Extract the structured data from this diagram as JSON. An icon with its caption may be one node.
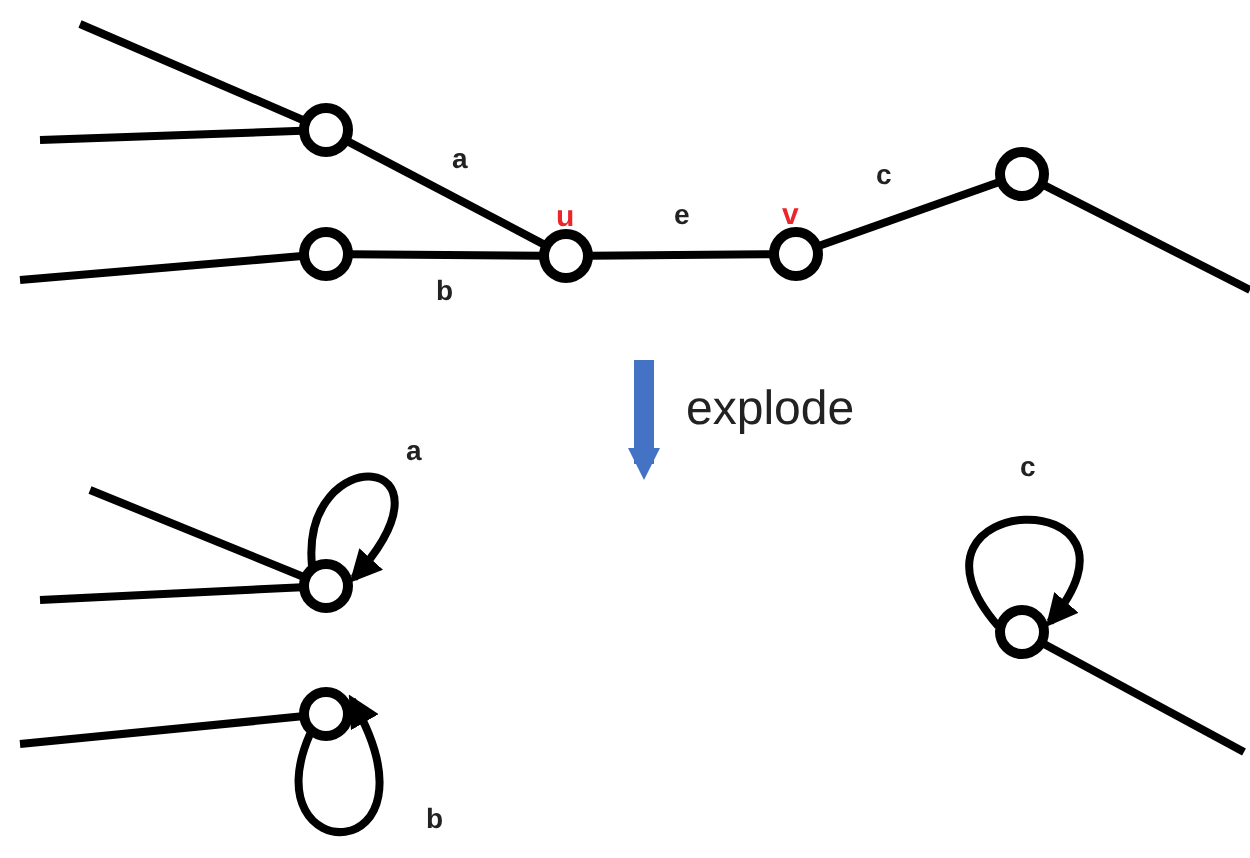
{
  "diagram": {
    "nodes": [
      {
        "text": [],
        "shape": "circle"
      },
      {
        "text": [],
        "shape": "circle"
      },
      {
        "text": [],
        "shape": "circle",
        "beside": [
          "u"
        ]
      },
      {
        "text": [],
        "shape": "circle",
        "beside": [
          "v"
        ]
      },
      {
        "text": [],
        "shape": "circle"
      },
      {
        "text": [],
        "shape": "circle"
      },
      {
        "text": [],
        "shape": "circle"
      },
      {
        "text": [],
        "shape": "circle"
      }
    ],
    "edges": [
      {
        "from": null,
        "to": 0,
        "arrow": "none"
      },
      {
        "from": null,
        "to": 0,
        "arrow": "none"
      },
      {
        "from": null,
        "to": 1,
        "arrow": "none"
      },
      {
        "from": 0,
        "to": 2,
        "arrow": "none",
        "label": "a"
      },
      {
        "from": 1,
        "to": 2,
        "arrow": "none",
        "label": "b"
      },
      {
        "from": 2,
        "to": 3,
        "arrow": "none",
        "label": "e"
      },
      {
        "from": 3,
        "to": 4,
        "arrow": "none",
        "label": "c"
      },
      {
        "from": 4,
        "to": null,
        "arrow": "none"
      },
      {
        "from": null,
        "to": 5,
        "arrow": "none"
      },
      {
        "from": null,
        "to": 5,
        "arrow": "none"
      },
      {
        "from": null,
        "to": 6,
        "arrow": "none"
      },
      {
        "from": 5,
        "to": 5,
        "arrow": "to",
        "label": "a"
      },
      {
        "from": 6,
        "to": 6,
        "arrow": "to",
        "label": "b"
      },
      {
        "from": 7,
        "to": 7,
        "arrow": "to",
        "label": "c"
      },
      {
        "from": 7,
        "to": null,
        "arrow": "none"
      }
    ],
    "labels": [
      "explode"
    ]
  }
}
